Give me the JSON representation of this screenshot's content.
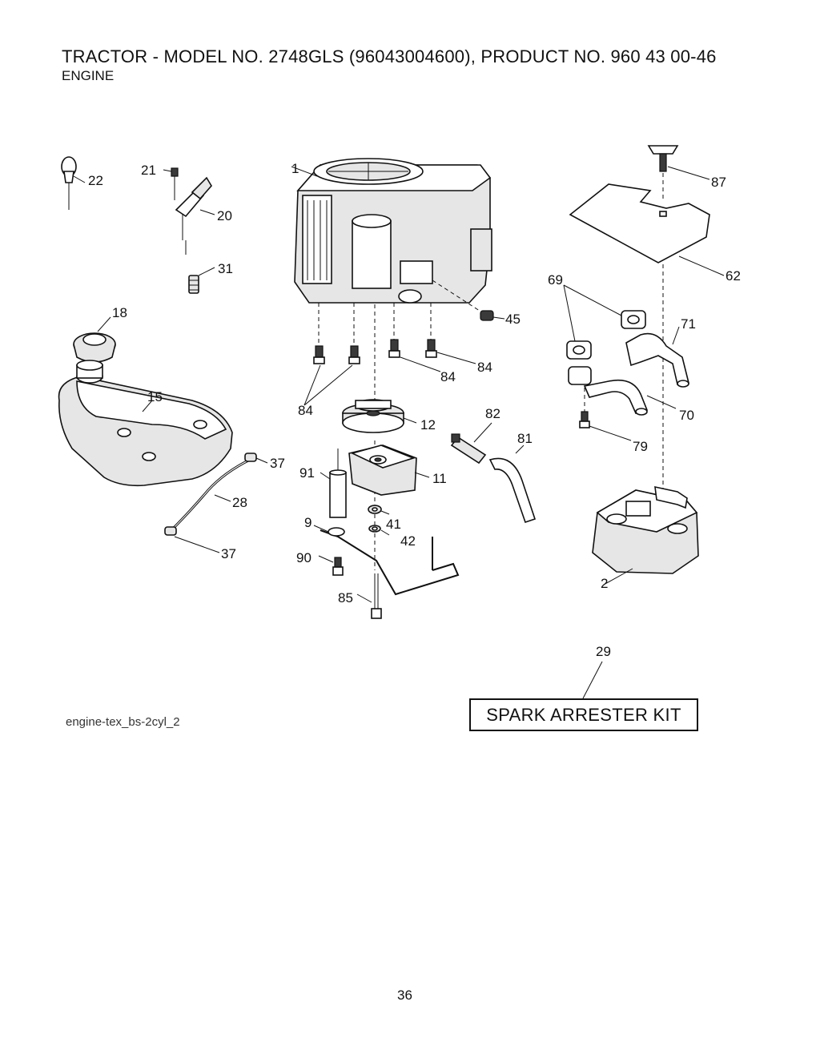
{
  "header": {
    "title": "TRACTOR - MODEL NO. 2748GLS (96043004600), PRODUCT NO. 960 43 00-46",
    "subtitle": "ENGINE"
  },
  "callouts": {
    "c1": "1",
    "c2": "2",
    "c9": "9",
    "c11": "11",
    "c12": "12",
    "c15": "15",
    "c18": "18",
    "c20": "20",
    "c21": "21",
    "c22": "22",
    "c28": "28",
    "c31": "31",
    "c37a": "37",
    "c37b": "37",
    "c41": "41",
    "c42": "42",
    "c45": "45",
    "c62": "62",
    "c69": "69",
    "c70": "70",
    "c71": "71",
    "c79": "79",
    "c81": "81",
    "c82": "82",
    "c84a": "84",
    "c84b": "84",
    "c84c": "84",
    "c85": "85",
    "c87": "87",
    "c90": "90",
    "c91": "91"
  },
  "diagram_ref": "engine-tex_bs-2cyl_2",
  "kit": {
    "number": "29",
    "label": "SPARK ARRESTER KIT"
  },
  "page_number": "36"
}
